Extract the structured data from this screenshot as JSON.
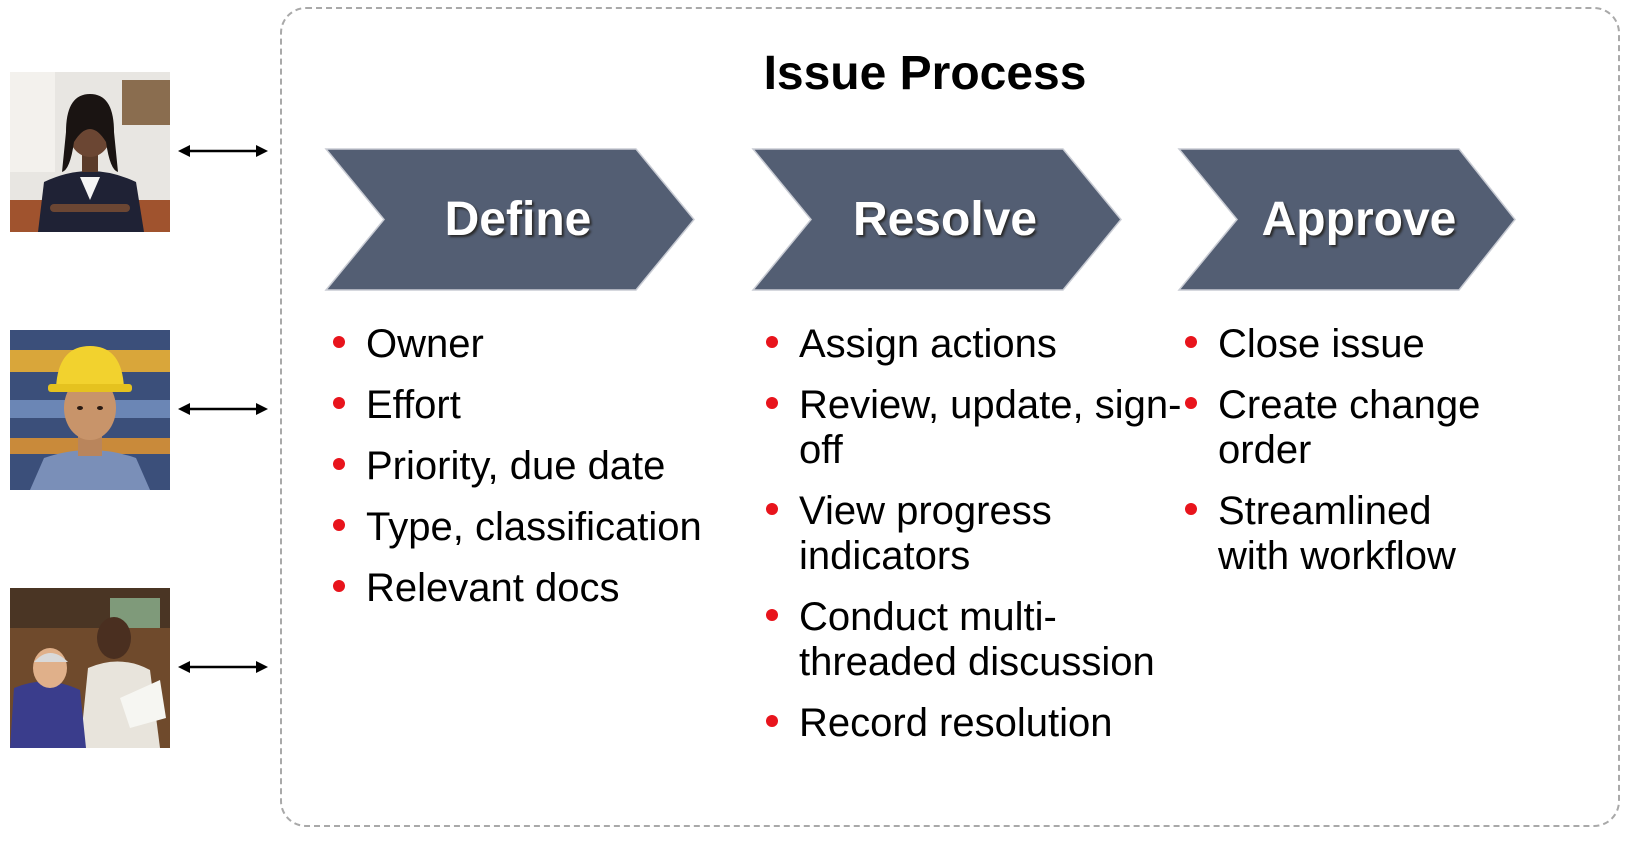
{
  "title": "Issue Process",
  "colors": {
    "chevron_fill": "#535e73",
    "bullet": "#e8141c",
    "frame_border": "#a9a9a9"
  },
  "steps": [
    {
      "label": "Define",
      "items": [
        "Owner",
        "Effort",
        "Priority, due date",
        "Type, classification",
        "Relevant docs"
      ]
    },
    {
      "label": "Resolve",
      "items": [
        "Assign actions",
        "Review, update, sign-off",
        "View progress indicators",
        "Conduct multi-threaded discussion",
        "Record resolution"
      ]
    },
    {
      "label": "Approve",
      "items": [
        "Close issue",
        "Create change order",
        "Streamlined with workflow"
      ]
    }
  ],
  "people": [
    {
      "icon": "businesswoman-photo"
    },
    {
      "icon": "construction-worker-photo"
    },
    {
      "icon": "workers-reviewing-plans-photo"
    }
  ],
  "connector_icon": "double-headed-arrow-icon"
}
